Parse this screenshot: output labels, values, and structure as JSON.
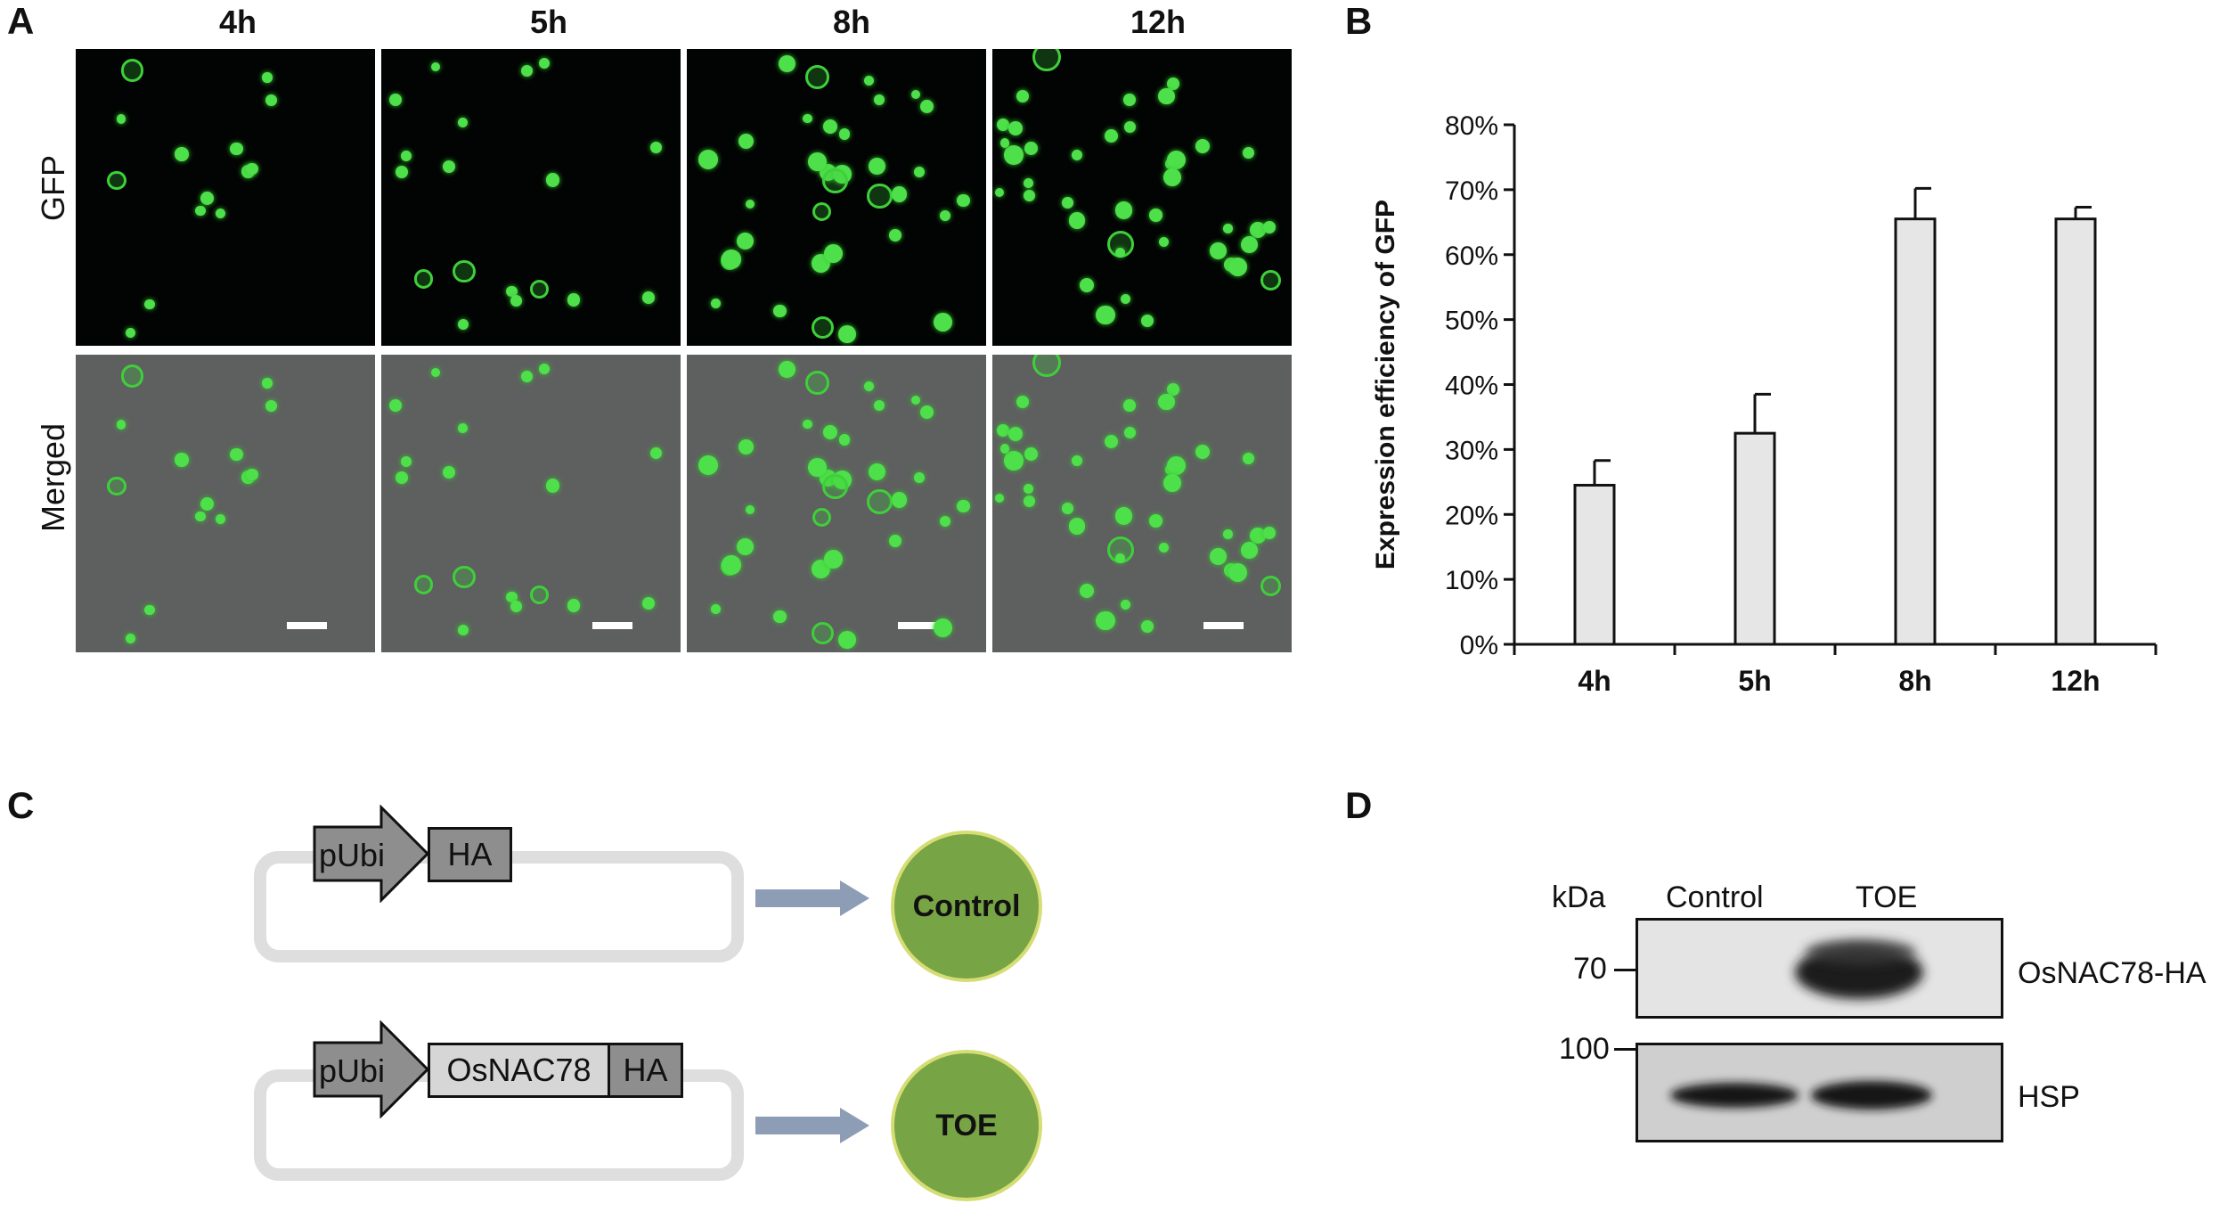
{
  "panels": {
    "a": "A",
    "b": "B",
    "c": "C",
    "d": "D"
  },
  "panel_a": {
    "columns": [
      "4h",
      "5h",
      "8h",
      "12h"
    ],
    "rows": [
      "GFP",
      "Merged"
    ]
  },
  "chart_data": {
    "type": "bar",
    "categories": [
      "4h",
      "5h",
      "8h",
      "12h"
    ],
    "values": [
      24.5,
      32.5,
      65.5,
      65.5
    ],
    "errors": [
      3.8,
      6.0,
      4.7,
      1.8
    ],
    "ylabel": "Expression efficiency of GFP",
    "ylim": [
      0,
      80
    ],
    "yticks": [
      "0%",
      "10%",
      "20%",
      "30%",
      "40%",
      "50%",
      "60%",
      "70%",
      "80%"
    ],
    "bar_color": "#e6e6e6",
    "grid": false
  },
  "panel_c": {
    "construct1": {
      "promoter": "pUbi",
      "tag": "HA",
      "result": "Control"
    },
    "construct2": {
      "promoter": "pUbi",
      "gene": "OsNAC78",
      "tag": "HA",
      "result": "TOE"
    },
    "arrow_color": "#8e9db6",
    "circle_color": "#77a444"
  },
  "panel_d": {
    "kda": "kDa",
    "lanes": [
      "Control",
      "TOE"
    ],
    "blot1": {
      "marker": "70",
      "label": "OsNAC78-HA"
    },
    "blot2": {
      "marker": "100",
      "label": "HSP"
    }
  }
}
